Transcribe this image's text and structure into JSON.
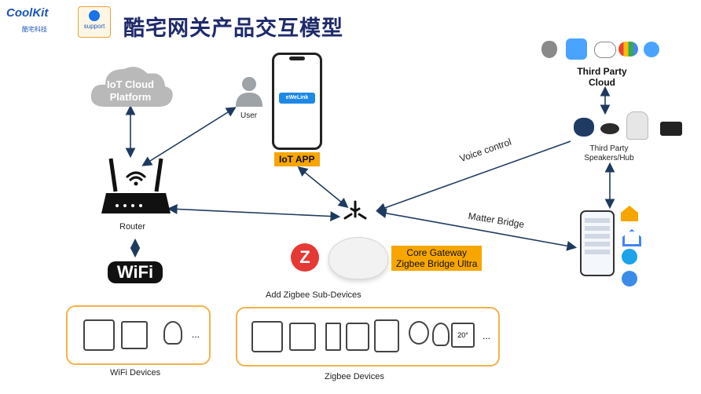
{
  "header": {
    "title": "酷宅网关产品交互模型",
    "brand_name": "CoolKit",
    "brand_sub": "酷宅科技",
    "support_badge": "support"
  },
  "cloud": {
    "line1": "IoT Cloud",
    "line2": "Platform"
  },
  "router": {
    "label": "Router"
  },
  "wifi": {
    "label": "WiFi"
  },
  "user": {
    "label": "User"
  },
  "app": {
    "screen_text": "eWeLink",
    "label": "IoT APP"
  },
  "third_party_cloud": {
    "line1": "Third Party",
    "line2": "Cloud"
  },
  "speakers": {
    "line1": "Third Party",
    "line2": "Speakers/Hub"
  },
  "edges": {
    "voice": "Voice control",
    "matter": "Matter Bridge"
  },
  "gateway": {
    "line1": "Core Gateway",
    "line2": "Zigbee Bridge Ultra",
    "add_sub": "Add Zigbee Sub-Devices"
  },
  "wifi_devices": {
    "label": "WiFi Devices",
    "ellipsis": "..."
  },
  "zigbee_devices": {
    "label": "Zigbee Devices",
    "ellipsis": "...",
    "thermo_text": "20°"
  },
  "colors": {
    "title": "#1f2a6b",
    "highlight": "#f7a600",
    "group_border": "#f3b24a",
    "link": "#1e3a5f"
  }
}
